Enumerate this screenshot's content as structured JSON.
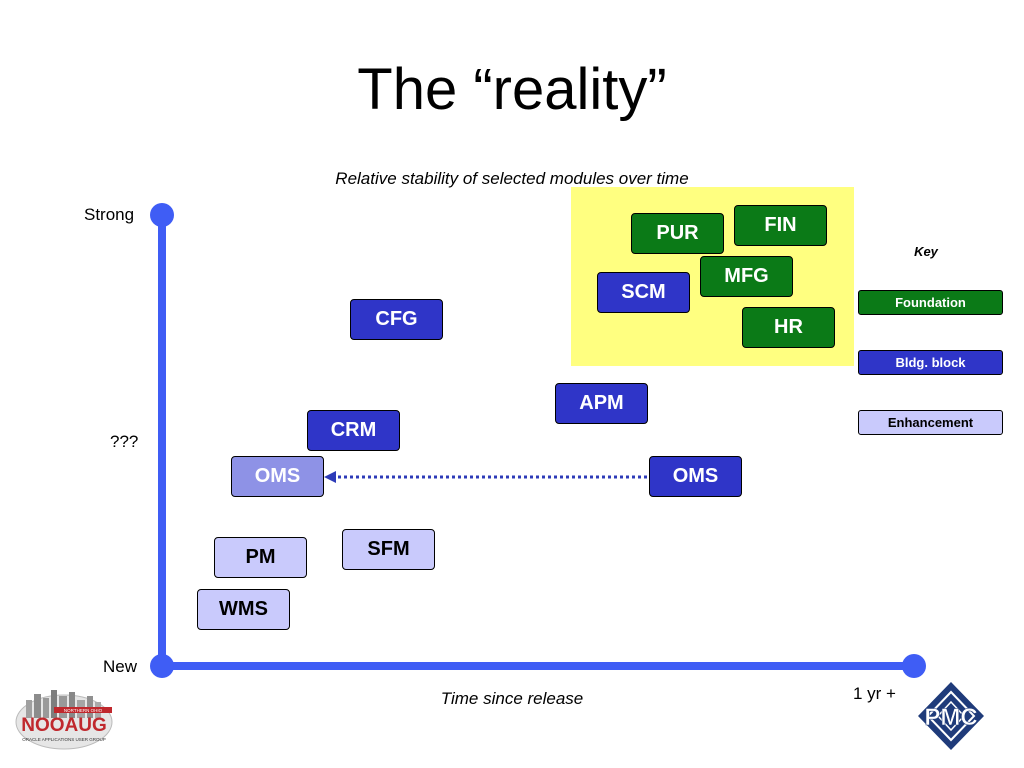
{
  "slide": {
    "title": "The “reality”",
    "subtitle": "Relative stability of selected modules over time",
    "x_axis_label": "Time since release",
    "y_axis_top": "Strong",
    "y_axis_middle": "???",
    "y_axis_bottom": "New",
    "x_axis_right": "1 yr +"
  },
  "modules": {
    "pur": "PUR",
    "fin": "FIN",
    "mfg": "MFG",
    "scm": "SCM",
    "hr": "HR",
    "cfg": "CFG",
    "apm": "APM",
    "crm": "CRM",
    "oms_new": "OMS",
    "oms_old": "OMS",
    "sfm": "SFM",
    "pm": "PM",
    "wms": "WMS"
  },
  "key": {
    "title": "Key",
    "foundation": "Foundation",
    "bldg_block": "Bldg. block",
    "enhancement": "Enhancement"
  },
  "logos": {
    "left_text": "NOOAUG",
    "left_small": "NORTHERN OHIO",
    "left_sub": "ORACLE APPLICATIONS USER GROUP",
    "right_text": "PMC"
  },
  "colors": {
    "axis": "#3f5df5",
    "foundation": "#0b7a17",
    "bldg_block": "#2f35c8",
    "enhancement": "#c9cafc",
    "highlight": "#ffff80",
    "arrow": "#2d3bb8"
  }
}
